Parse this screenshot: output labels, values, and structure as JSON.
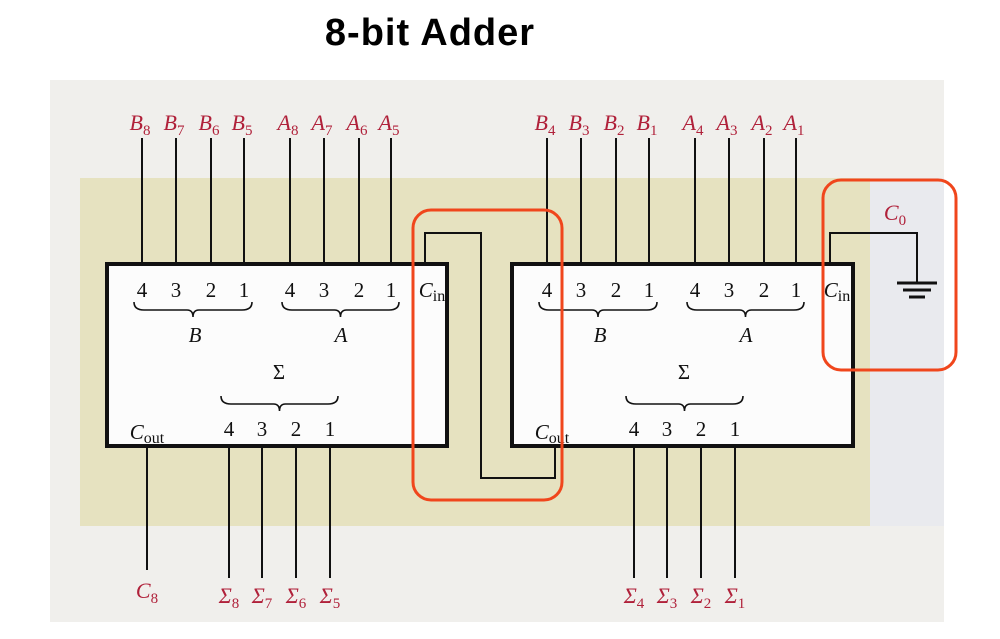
{
  "title": "8-bit Adder",
  "colors": {
    "highlight": "#f0461c",
    "label": "#b0213a",
    "band": "#e6e2c0"
  },
  "left_adder": {
    "inputs_b": [
      {
        "l": "B",
        "s": "8"
      },
      {
        "l": "B",
        "s": "7"
      },
      {
        "l": "B",
        "s": "6"
      },
      {
        "l": "B",
        "s": "5"
      }
    ],
    "inputs_a": [
      {
        "l": "A",
        "s": "8"
      },
      {
        "l": "A",
        "s": "7"
      },
      {
        "l": "A",
        "s": "6"
      },
      {
        "l": "A",
        "s": "5"
      }
    ],
    "outputs": [
      {
        "l": "Σ",
        "s": "8"
      },
      {
        "l": "Σ",
        "s": "7"
      },
      {
        "l": "Σ",
        "s": "6"
      },
      {
        "l": "Σ",
        "s": "5"
      }
    ],
    "carry_out": {
      "l": "C",
      "s": "8"
    }
  },
  "right_adder": {
    "inputs_b": [
      {
        "l": "B",
        "s": "4"
      },
      {
        "l": "B",
        "s": "3"
      },
      {
        "l": "B",
        "s": "2"
      },
      {
        "l": "B",
        "s": "1"
      }
    ],
    "inputs_a": [
      {
        "l": "A",
        "s": "4"
      },
      {
        "l": "A",
        "s": "3"
      },
      {
        "l": "A",
        "s": "2"
      },
      {
        "l": "A",
        "s": "1"
      }
    ],
    "outputs": [
      {
        "l": "Σ",
        "s": "4"
      },
      {
        "l": "Σ",
        "s": "3"
      },
      {
        "l": "Σ",
        "s": "2"
      },
      {
        "l": "Σ",
        "s": "1"
      }
    ],
    "carry_in": {
      "l": "C",
      "s": "0"
    }
  },
  "block": {
    "pin_numbers": [
      "4",
      "3",
      "2",
      "1"
    ],
    "b_label": "B",
    "a_label": "A",
    "sum_label": "Σ",
    "cin": {
      "l": "C",
      "s": "in"
    },
    "cout": {
      "l": "C",
      "s": "out"
    }
  }
}
